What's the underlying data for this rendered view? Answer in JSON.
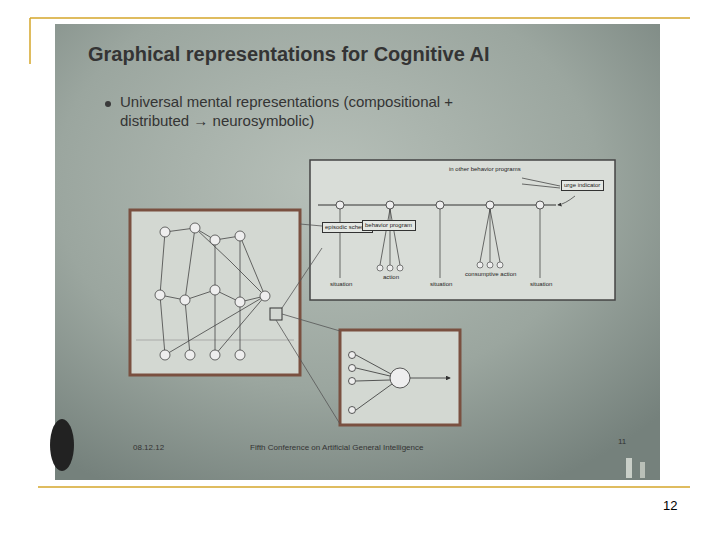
{
  "diagram": {
    "title": "Graphical representations for Cognitive AI",
    "nodes": [
      {
        "text": [
          "Universal mental representations (compositional + distributed → neurosymbolic)",
          "08.12.12",
          "Fifth Conference on Artificial General Intelligence",
          "11"
        ]
      },
      {
        "text": [
          "episodic schema"
        ],
        "in": 0
      },
      {
        "text": [
          "behavior program"
        ],
        "in": 0
      },
      {
        "text": [
          "urge indicator"
        ],
        "in": 0
      }
    ],
    "labels": [
      "situation",
      "action",
      "situation",
      "consumptive action",
      "situation",
      "in other behavior programs",
      "12"
    ]
  }
}
